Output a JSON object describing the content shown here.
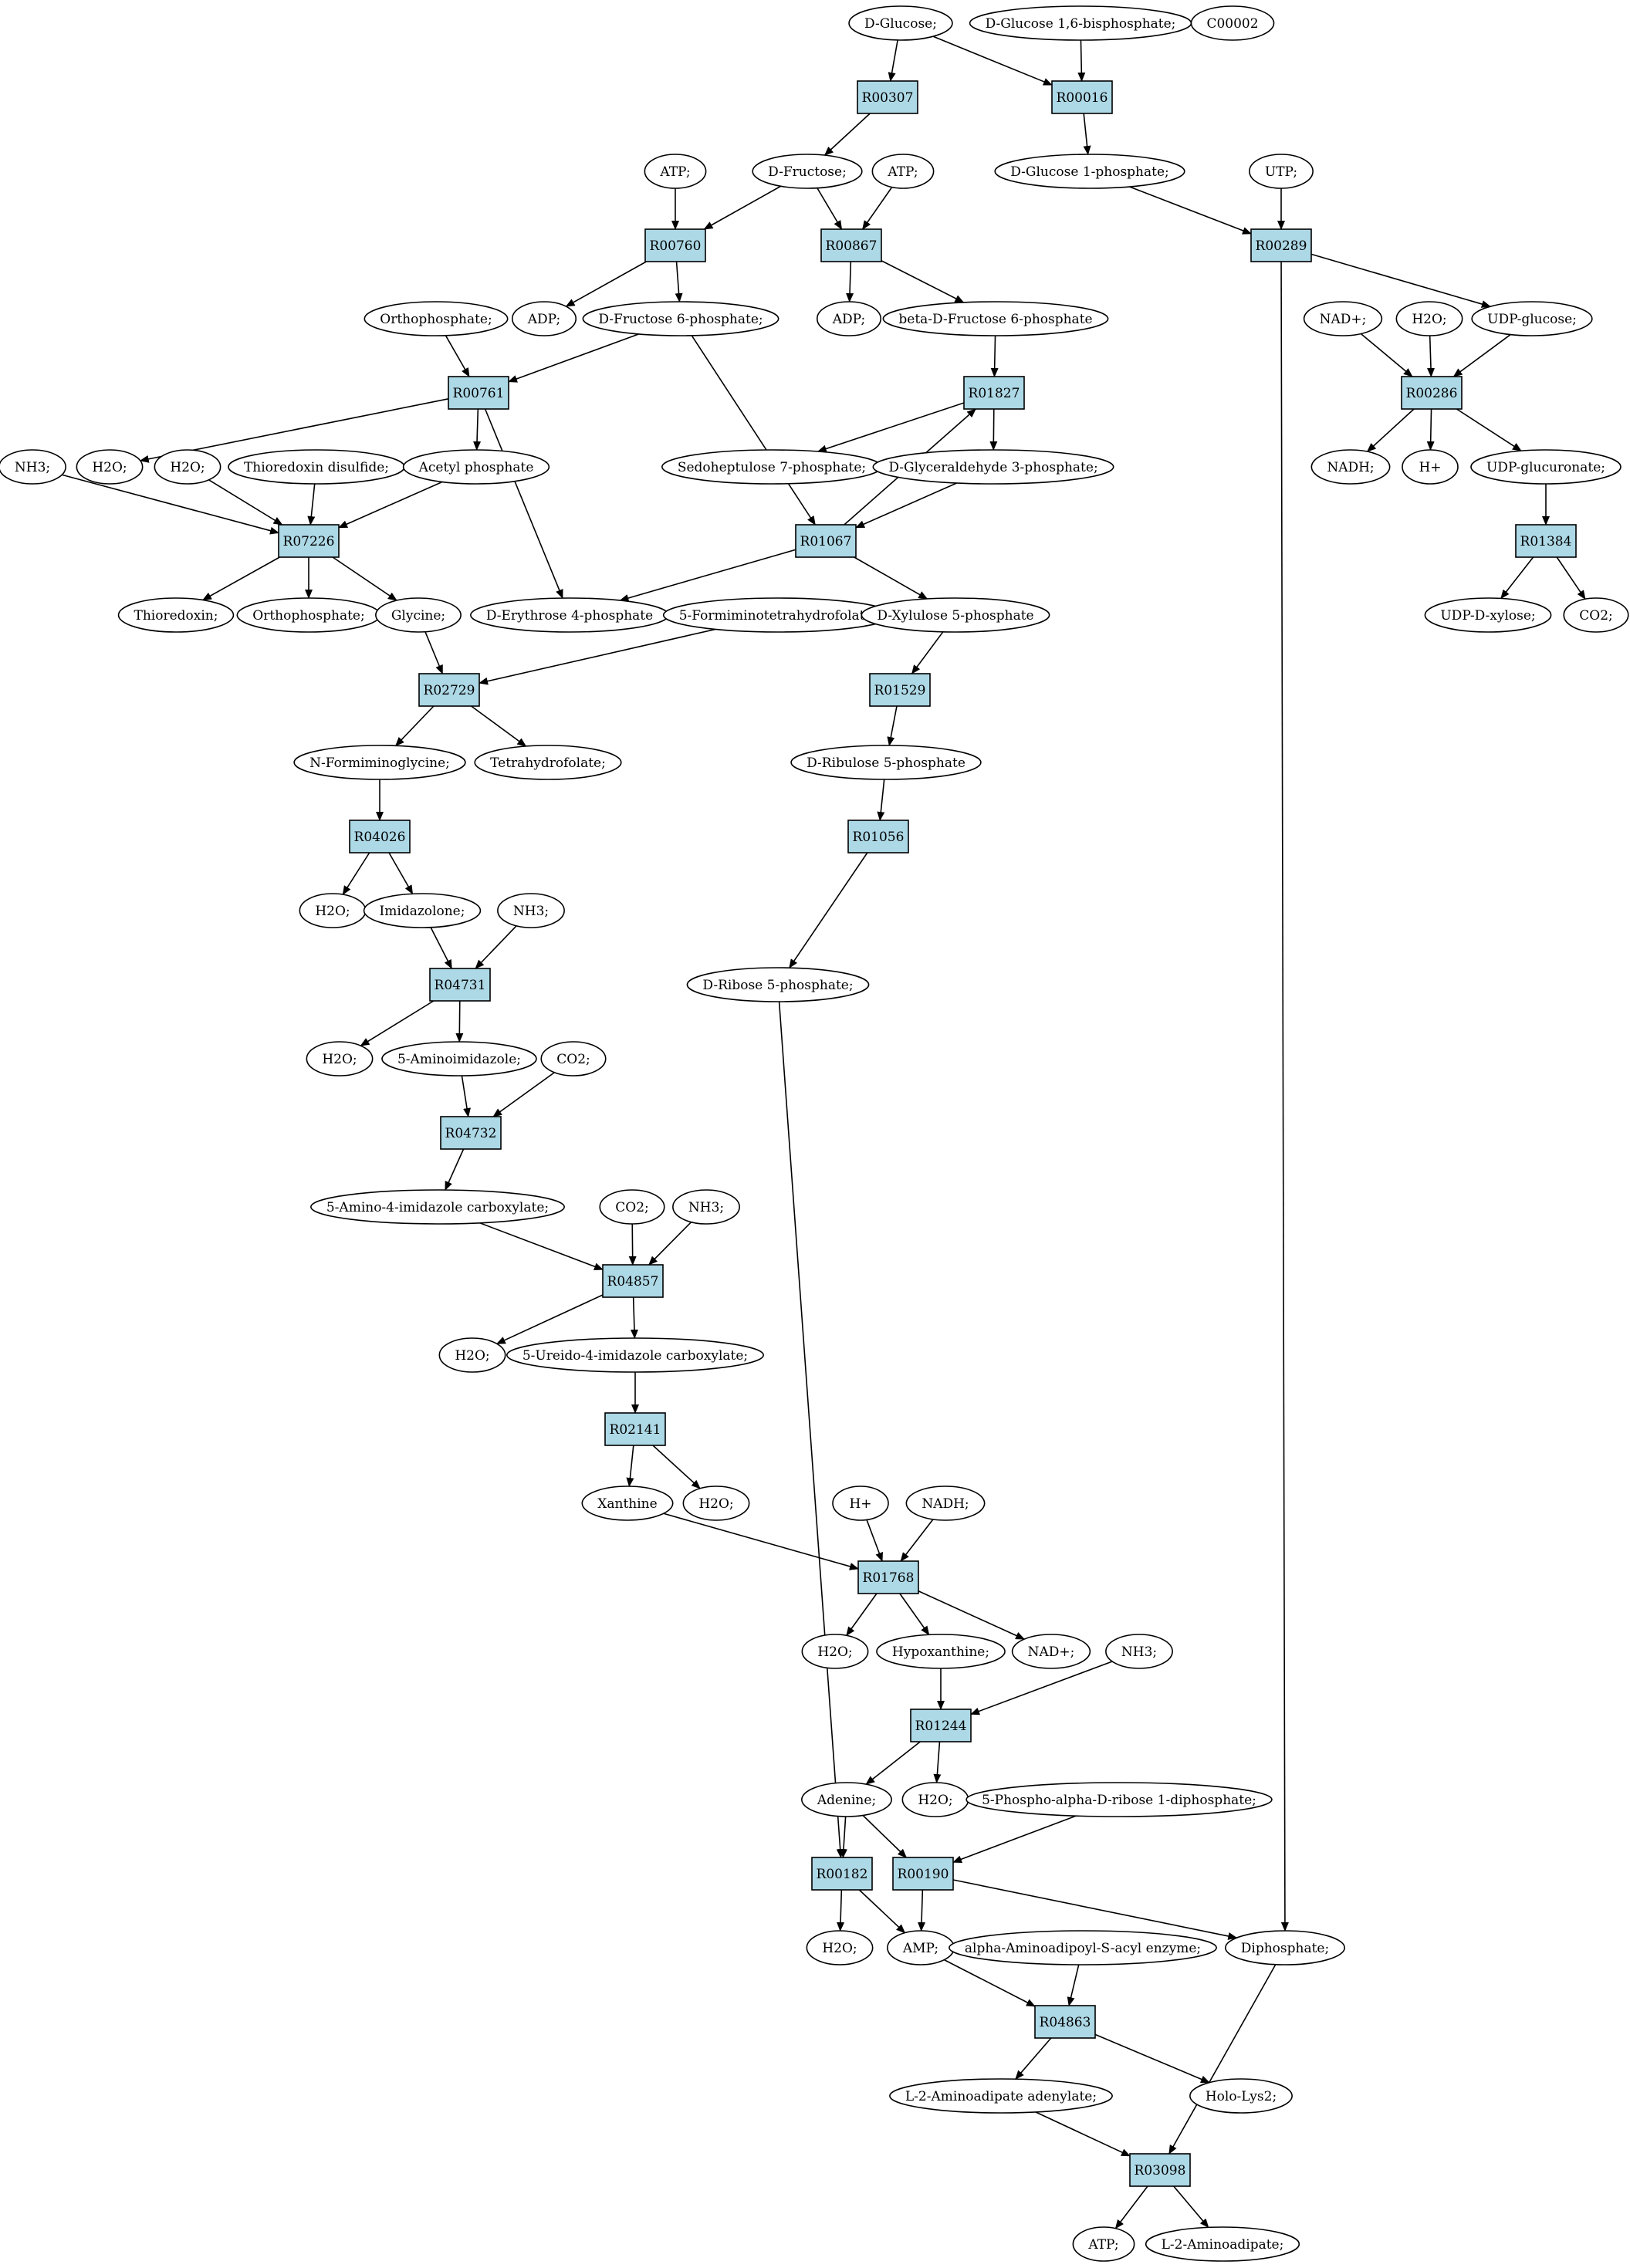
{
  "colors": {
    "reaction_fill": "#add8e6",
    "metabolite_fill": "#ffffff",
    "start_fill": "#00ee00",
    "highlight_fill": "#ffff00"
  },
  "nodes": [
    {
      "id": "m_glucose",
      "label": "D-Glucose;",
      "kind": "metabolite",
      "fill": "#00ee00"
    },
    {
      "id": "m_g16bp",
      "label": "D-Glucose 1,6-bisphosphate;",
      "kind": "metabolite"
    },
    {
      "id": "m_c00002",
      "label": "C00002",
      "kind": "metabolite",
      "fill": "#ffff00"
    },
    {
      "id": "r00307",
      "label": "R00307",
      "kind": "reaction"
    },
    {
      "id": "r00016",
      "label": "R00016",
      "kind": "reaction"
    },
    {
      "id": "m_atp1",
      "label": "ATP;",
      "kind": "metabolite"
    },
    {
      "id": "m_fructose",
      "label": "D-Fructose;",
      "kind": "metabolite"
    },
    {
      "id": "m_atp2",
      "label": "ATP;",
      "kind": "metabolite"
    },
    {
      "id": "m_g1p",
      "label": "D-Glucose 1-phosphate;",
      "kind": "metabolite"
    },
    {
      "id": "m_utp",
      "label": "UTP;",
      "kind": "metabolite"
    },
    {
      "id": "r00760",
      "label": "R00760",
      "kind": "reaction"
    },
    {
      "id": "r00867",
      "label": "R00867",
      "kind": "reaction"
    },
    {
      "id": "r00289",
      "label": "R00289",
      "kind": "reaction"
    },
    {
      "id": "m_orthophos1",
      "label": "Orthophosphate;",
      "kind": "metabolite"
    },
    {
      "id": "m_adp1",
      "label": "ADP;",
      "kind": "metabolite"
    },
    {
      "id": "m_f6p",
      "label": "D-Fructose 6-phosphate;",
      "kind": "metabolite"
    },
    {
      "id": "m_adp2",
      "label": "ADP;",
      "kind": "metabolite"
    },
    {
      "id": "m_bf6p",
      "label": "beta-D-Fructose 6-phosphate",
      "kind": "metabolite"
    },
    {
      "id": "m_nad1",
      "label": "NAD+;",
      "kind": "metabolite"
    },
    {
      "id": "m_h2o_a",
      "label": "H2O;",
      "kind": "metabolite"
    },
    {
      "id": "m_udpglc",
      "label": "UDP-glucose;",
      "kind": "metabolite"
    },
    {
      "id": "r00761",
      "label": "R00761",
      "kind": "reaction"
    },
    {
      "id": "r01827",
      "label": "R01827",
      "kind": "reaction"
    },
    {
      "id": "r00286",
      "label": "R00286",
      "kind": "reaction"
    },
    {
      "id": "m_nh3_1",
      "label": "NH3;",
      "kind": "metabolite"
    },
    {
      "id": "m_h2o_b",
      "label": "H2O;",
      "kind": "metabolite"
    },
    {
      "id": "m_h2o_c",
      "label": "H2O;",
      "kind": "metabolite"
    },
    {
      "id": "m_thiodis",
      "label": "Thioredoxin disulfide;",
      "kind": "metabolite"
    },
    {
      "id": "m_acetylp",
      "label": "Acetyl phosphate",
      "kind": "metabolite"
    },
    {
      "id": "m_s7p",
      "label": "Sedoheptulose 7-phosphate;",
      "kind": "metabolite"
    },
    {
      "id": "m_g3p",
      "label": "D-Glyceraldehyde 3-phosphate;",
      "kind": "metabolite"
    },
    {
      "id": "m_nadh1",
      "label": "NADH;",
      "kind": "metabolite"
    },
    {
      "id": "m_hplus1",
      "label": "H+",
      "kind": "metabolite"
    },
    {
      "id": "m_udpglcua",
      "label": "UDP-glucuronate;",
      "kind": "metabolite"
    },
    {
      "id": "r07226",
      "label": "R07226",
      "kind": "reaction"
    },
    {
      "id": "r01067",
      "label": "R01067",
      "kind": "reaction"
    },
    {
      "id": "r01384",
      "label": "R01384",
      "kind": "reaction"
    },
    {
      "id": "m_thioredoxin",
      "label": "Thioredoxin;",
      "kind": "metabolite"
    },
    {
      "id": "m_orthophos2",
      "label": "Orthophosphate;",
      "kind": "metabolite"
    },
    {
      "id": "m_glycine",
      "label": "Glycine;",
      "kind": "metabolite"
    },
    {
      "id": "m_e4p",
      "label": "D-Erythrose 4-phosphate",
      "kind": "metabolite"
    },
    {
      "id": "m_5fthf",
      "label": "5-Formiminotetrahydrofolate;",
      "kind": "metabolite"
    },
    {
      "id": "m_x5p",
      "label": "D-Xylulose 5-phosphate",
      "kind": "metabolite"
    },
    {
      "id": "m_udpxyl",
      "label": "UDP-D-xylose;",
      "kind": "metabolite"
    },
    {
      "id": "m_co2_a",
      "label": "CO2;",
      "kind": "metabolite"
    },
    {
      "id": "r02729",
      "label": "R02729",
      "kind": "reaction"
    },
    {
      "id": "r01529",
      "label": "R01529",
      "kind": "reaction"
    },
    {
      "id": "m_nformgly",
      "label": "N-Formiminoglycine;",
      "kind": "metabolite"
    },
    {
      "id": "m_thf",
      "label": "Tetrahydrofolate;",
      "kind": "metabolite"
    },
    {
      "id": "m_ru5p",
      "label": "D-Ribulose 5-phosphate",
      "kind": "metabolite"
    },
    {
      "id": "r04026",
      "label": "R04026",
      "kind": "reaction"
    },
    {
      "id": "r01056",
      "label": "R01056",
      "kind": "reaction"
    },
    {
      "id": "m_h2o_d",
      "label": "H2O;",
      "kind": "metabolite"
    },
    {
      "id": "m_imidazolone",
      "label": "Imidazolone;",
      "kind": "metabolite"
    },
    {
      "id": "m_nh3_2",
      "label": "NH3;",
      "kind": "metabolite"
    },
    {
      "id": "r04731",
      "label": "R04731",
      "kind": "reaction"
    },
    {
      "id": "m_r5p",
      "label": "D-Ribose 5-phosphate;",
      "kind": "metabolite"
    },
    {
      "id": "m_h2o_e",
      "label": "H2O;",
      "kind": "metabolite"
    },
    {
      "id": "m_5aminoimid",
      "label": "5-Aminoimidazole;",
      "kind": "metabolite"
    },
    {
      "id": "m_co2_b",
      "label": "CO2;",
      "kind": "metabolite"
    },
    {
      "id": "r04732",
      "label": "R04732",
      "kind": "reaction"
    },
    {
      "id": "m_5a4ic",
      "label": "5-Amino-4-imidazole carboxylate;",
      "kind": "metabolite"
    },
    {
      "id": "m_co2_c",
      "label": "CO2;",
      "kind": "metabolite"
    },
    {
      "id": "m_nh3_3",
      "label": "NH3;",
      "kind": "metabolite"
    },
    {
      "id": "r04857",
      "label": "R04857",
      "kind": "reaction"
    },
    {
      "id": "m_h2o_f",
      "label": "H2O;",
      "kind": "metabolite"
    },
    {
      "id": "m_5u4ic",
      "label": "5-Ureido-4-imidazole carboxylate;",
      "kind": "metabolite"
    },
    {
      "id": "r02141",
      "label": "R02141",
      "kind": "reaction"
    },
    {
      "id": "m_xanthine",
      "label": "Xanthine",
      "kind": "metabolite"
    },
    {
      "id": "m_h2o_g",
      "label": "H2O;",
      "kind": "metabolite"
    },
    {
      "id": "m_hplus2",
      "label": "H+",
      "kind": "metabolite"
    },
    {
      "id": "m_nadh2",
      "label": "NADH;",
      "kind": "metabolite"
    },
    {
      "id": "r01768",
      "label": "R01768",
      "kind": "reaction"
    },
    {
      "id": "m_h2o_h",
      "label": "H2O;",
      "kind": "metabolite"
    },
    {
      "id": "m_hypoxanthine",
      "label": "Hypoxanthine;",
      "kind": "metabolite"
    },
    {
      "id": "m_nad2",
      "label": "NAD+;",
      "kind": "metabolite"
    },
    {
      "id": "m_nh3_4",
      "label": "NH3;",
      "kind": "metabolite"
    },
    {
      "id": "r01244",
      "label": "R01244",
      "kind": "reaction"
    },
    {
      "id": "m_adenine",
      "label": "Adenine;",
      "kind": "metabolite"
    },
    {
      "id": "m_h2o_i",
      "label": "H2O;",
      "kind": "metabolite"
    },
    {
      "id": "m_prpp",
      "label": "5-Phospho-alpha-D-ribose 1-diphosphate;",
      "kind": "metabolite"
    },
    {
      "id": "r00182",
      "label": "R00182",
      "kind": "reaction"
    },
    {
      "id": "r00190",
      "label": "R00190",
      "kind": "reaction"
    },
    {
      "id": "m_h2o_j",
      "label": "H2O;",
      "kind": "metabolite"
    },
    {
      "id": "m_amp",
      "label": "AMP;",
      "kind": "metabolite"
    },
    {
      "id": "m_aacyl",
      "label": "alpha-Aminoadipoyl-S-acyl enzyme;",
      "kind": "metabolite"
    },
    {
      "id": "m_diphosphate",
      "label": "Diphosphate;",
      "kind": "metabolite"
    },
    {
      "id": "r04863",
      "label": "R04863",
      "kind": "reaction"
    },
    {
      "id": "m_l2aaden",
      "label": "L-2-Aminoadipate adenylate;",
      "kind": "metabolite"
    },
    {
      "id": "m_hololys2",
      "label": "Holo-Lys2;",
      "kind": "metabolite"
    },
    {
      "id": "r03098",
      "label": "R03098",
      "kind": "reaction"
    },
    {
      "id": "m_atp3",
      "label": "ATP;",
      "kind": "metabolite"
    },
    {
      "id": "m_l2aa",
      "label": "L-2-Aminoadipate;",
      "kind": "metabolite"
    }
  ],
  "edges": [
    [
      "m_glucose",
      "r00307"
    ],
    [
      "m_glucose",
      "r00016"
    ],
    [
      "m_g16bp",
      "r00016"
    ],
    [
      "r00307",
      "m_fructose"
    ],
    [
      "r00016",
      "m_g1p"
    ],
    [
      "m_atp1",
      "r00760"
    ],
    [
      "m_fructose",
      "r00760"
    ],
    [
      "m_fructose",
      "r00867"
    ],
    [
      "m_atp2",
      "r00867"
    ],
    [
      "m_g1p",
      "r00289"
    ],
    [
      "m_utp",
      "r00289"
    ],
    [
      "r00760",
      "m_adp1"
    ],
    [
      "r00760",
      "m_f6p"
    ],
    [
      "r00867",
      "m_adp2"
    ],
    [
      "r00867",
      "m_bf6p"
    ],
    [
      "r00289",
      "m_udpglc"
    ],
    [
      "r00289",
      "m_diphosphate"
    ],
    [
      "m_orthophos1",
      "r00761"
    ],
    [
      "m_f6p",
      "r00761"
    ],
    [
      "m_f6p",
      "r01067"
    ],
    [
      "m_bf6p",
      "r01827"
    ],
    [
      "m_nad1",
      "r00286"
    ],
    [
      "m_h2o_a",
      "r00286"
    ],
    [
      "m_udpglc",
      "r00286"
    ],
    [
      "r00761",
      "m_h2o_b"
    ],
    [
      "r00761",
      "m_acetylp"
    ],
    [
      "r00761",
      "m_e4p"
    ],
    [
      "r01827",
      "m_s7p"
    ],
    [
      "r01827",
      "m_g3p"
    ],
    [
      "r00286",
      "m_nadh1"
    ],
    [
      "r00286",
      "m_hplus1"
    ],
    [
      "r00286",
      "m_udpglcua"
    ],
    [
      "m_nh3_1",
      "r07226"
    ],
    [
      "m_h2o_c",
      "r07226"
    ],
    [
      "m_thiodis",
      "r07226"
    ],
    [
      "m_acetylp",
      "r07226"
    ],
    [
      "m_g3p",
      "r01067"
    ],
    [
      "m_udpglcua",
      "r01384"
    ],
    [
      "r07226",
      "m_thioredoxin"
    ],
    [
      "r07226",
      "m_orthophos2"
    ],
    [
      "r07226",
      "m_glycine"
    ],
    [
      "r01067",
      "m_e4p"
    ],
    [
      "r01067",
      "m_x5p"
    ],
    [
      "r01067",
      "r01827"
    ],
    [
      "r01384",
      "m_udpxyl"
    ],
    [
      "r01384",
      "m_co2_a"
    ],
    [
      "m_glycine",
      "r02729"
    ],
    [
      "m_5fthf",
      "r02729"
    ],
    [
      "m_x5p",
      "r01529"
    ],
    [
      "r02729",
      "m_nformgly"
    ],
    [
      "r02729",
      "m_thf"
    ],
    [
      "r01529",
      "m_ru5p"
    ],
    [
      "m_nformgly",
      "r04026"
    ],
    [
      "m_ru5p",
      "r01056"
    ],
    [
      "r04026",
      "m_h2o_d"
    ],
    [
      "r04026",
      "m_imidazolone"
    ],
    [
      "m_imidazolone",
      "r04731"
    ],
    [
      "m_nh3_2",
      "r04731"
    ],
    [
      "r01056",
      "m_r5p"
    ],
    [
      "r04731",
      "m_h2o_e"
    ],
    [
      "r04731",
      "m_5aminoimid"
    ],
    [
      "m_5aminoimid",
      "r04732"
    ],
    [
      "m_co2_b",
      "r04732"
    ],
    [
      "r04732",
      "m_5a4ic"
    ],
    [
      "m_5a4ic",
      "r04857"
    ],
    [
      "m_co2_c",
      "r04857"
    ],
    [
      "m_nh3_3",
      "r04857"
    ],
    [
      "r04857",
      "m_h2o_f"
    ],
    [
      "r04857",
      "m_5u4ic"
    ],
    [
      "m_5u4ic",
      "r02141"
    ],
    [
      "r02141",
      "m_xanthine"
    ],
    [
      "r02141",
      "m_h2o_g"
    ],
    [
      "m_xanthine",
      "r01768"
    ],
    [
      "m_hplus2",
      "r01768"
    ],
    [
      "m_nadh2",
      "r01768"
    ],
    [
      "r01768",
      "m_h2o_h"
    ],
    [
      "r01768",
      "m_hypoxanthine"
    ],
    [
      "r01768",
      "m_nad2"
    ],
    [
      "m_hypoxanthine",
      "r01244"
    ],
    [
      "m_nh3_4",
      "r01244"
    ],
    [
      "r01244",
      "m_adenine"
    ],
    [
      "r01244",
      "m_h2o_i"
    ],
    [
      "m_adenine",
      "r00182"
    ],
    [
      "m_adenine",
      "r00190"
    ],
    [
      "m_prpp",
      "r00190"
    ],
    [
      "m_r5p",
      "r00182"
    ],
    [
      "r00182",
      "m_h2o_j"
    ],
    [
      "r00182",
      "m_amp"
    ],
    [
      "r00190",
      "m_amp"
    ],
    [
      "r00190",
      "m_diphosphate"
    ],
    [
      "m_amp",
      "r04863"
    ],
    [
      "m_aacyl",
      "r04863"
    ],
    [
      "r04863",
      "m_l2aaden"
    ],
    [
      "r04863",
      "m_hololys2"
    ],
    [
      "m_l2aaden",
      "r03098"
    ],
    [
      "m_diphosphate",
      "r03098"
    ],
    [
      "r03098",
      "m_atp3"
    ],
    [
      "r03098",
      "m_l2aa"
    ]
  ]
}
